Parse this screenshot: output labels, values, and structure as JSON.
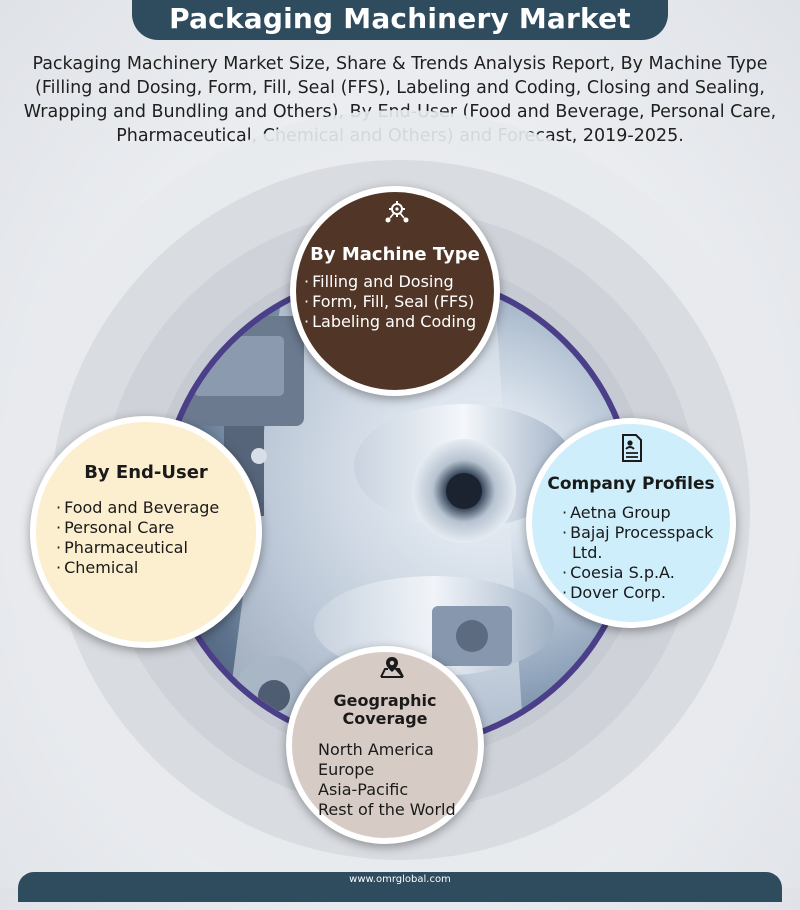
{
  "header": {
    "title": "Packaging Machinery Market",
    "subtitle": "Packaging Machinery Market Size, Share & Trends Analysis Report, By Machine Type (Filling and Dosing, Form, Fill, Seal (FFS), Labeling and Coding, Closing and Sealing, Wrapping and Bundling and Others), By End-User (Food and Beverage, Personal Care, Pharmaceutical, Chemical and Others) and Forecast, 2019-2025."
  },
  "machine_type": {
    "title": "By Machine Type",
    "icon": "settings-network-icon",
    "items": [
      "Filling and Dosing",
      "Form, Fill, Seal (FFS)",
      "Labeling and Coding"
    ]
  },
  "end_user": {
    "title": "By End-User",
    "items": [
      "Food and Beverage",
      "Personal Care",
      "Pharmaceutical",
      "Chemical"
    ]
  },
  "company_profiles": {
    "title": "Company Profiles",
    "icon": "profile-document-icon",
    "items": [
      "Aetna Group",
      "Bajaj Processpack",
      "Ltd.",
      "Coesia S.p.A.",
      "Dover Corp."
    ]
  },
  "geographic": {
    "title_line1": "Geographic",
    "title_line2": "Coverage",
    "icon": "map-pin-icon",
    "items": [
      "North America",
      "Europe",
      "Asia-Pacific",
      "Rest of the World"
    ]
  },
  "footer": {
    "url": "www.omrglobal.com"
  },
  "colors": {
    "header_bar": "#2f4b5e",
    "machine_bubble": "#513627",
    "end_user_bubble": "#fbefcf",
    "company_bubble": "#cdeefa",
    "geo_bubble": "#d7ccc5",
    "photo_border": "#4a3f88"
  },
  "bullet": "·"
}
